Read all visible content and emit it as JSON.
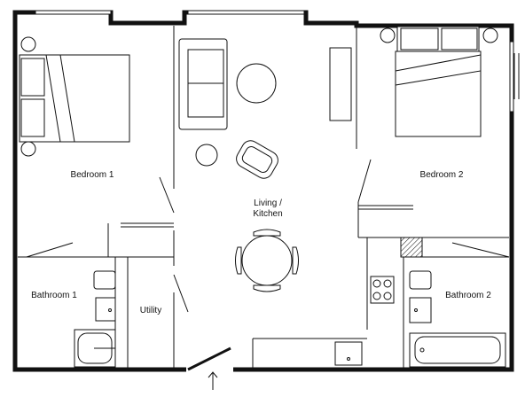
{
  "rooms": {
    "bedroom1": "Bedroom 1",
    "bedroom2": "Bedroom 2",
    "living_line1": "Living /",
    "living_line2": "Kitchen",
    "bathroom1": "Bathroom 1",
    "bathroom2": "Bathroom 2",
    "utility": "Utility"
  },
  "entrance_icon": "arrow-up-icon",
  "colors": {
    "line": "#111111",
    "background": "#ffffff"
  }
}
